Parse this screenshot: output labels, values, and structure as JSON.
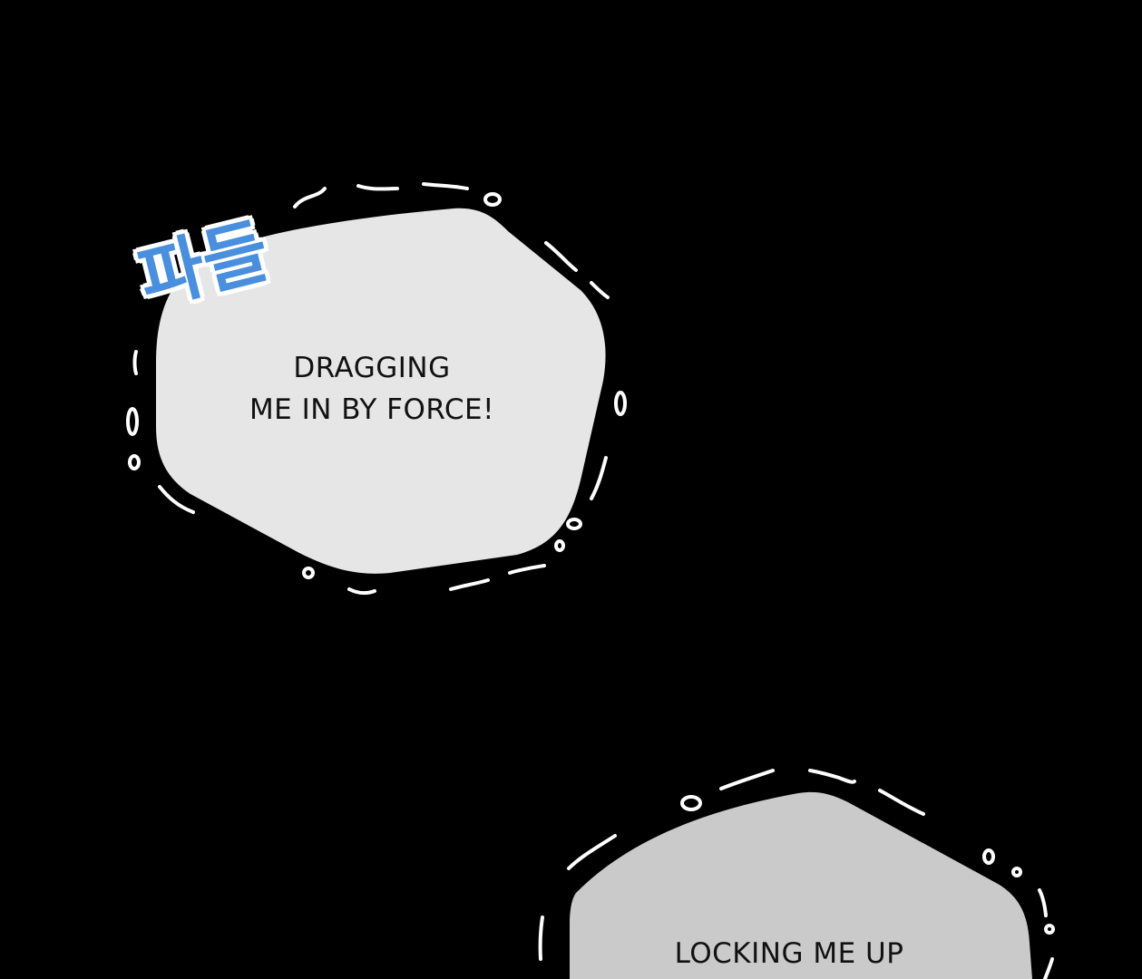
{
  "panel": {
    "background_color": "#000000",
    "bubbles": [
      {
        "id": "bubble-1",
        "lines": [
          "DRAGGING",
          "ME IN BY FORCE!"
        ],
        "fill": "#e6e6e6"
      },
      {
        "id": "bubble-2",
        "lines": [
          "LOCKING ME UP"
        ],
        "fill": "#cacaca"
      }
    ],
    "sfx": {
      "text": "파들",
      "color": "#4a8fde",
      "outline": "#ffffff"
    }
  }
}
